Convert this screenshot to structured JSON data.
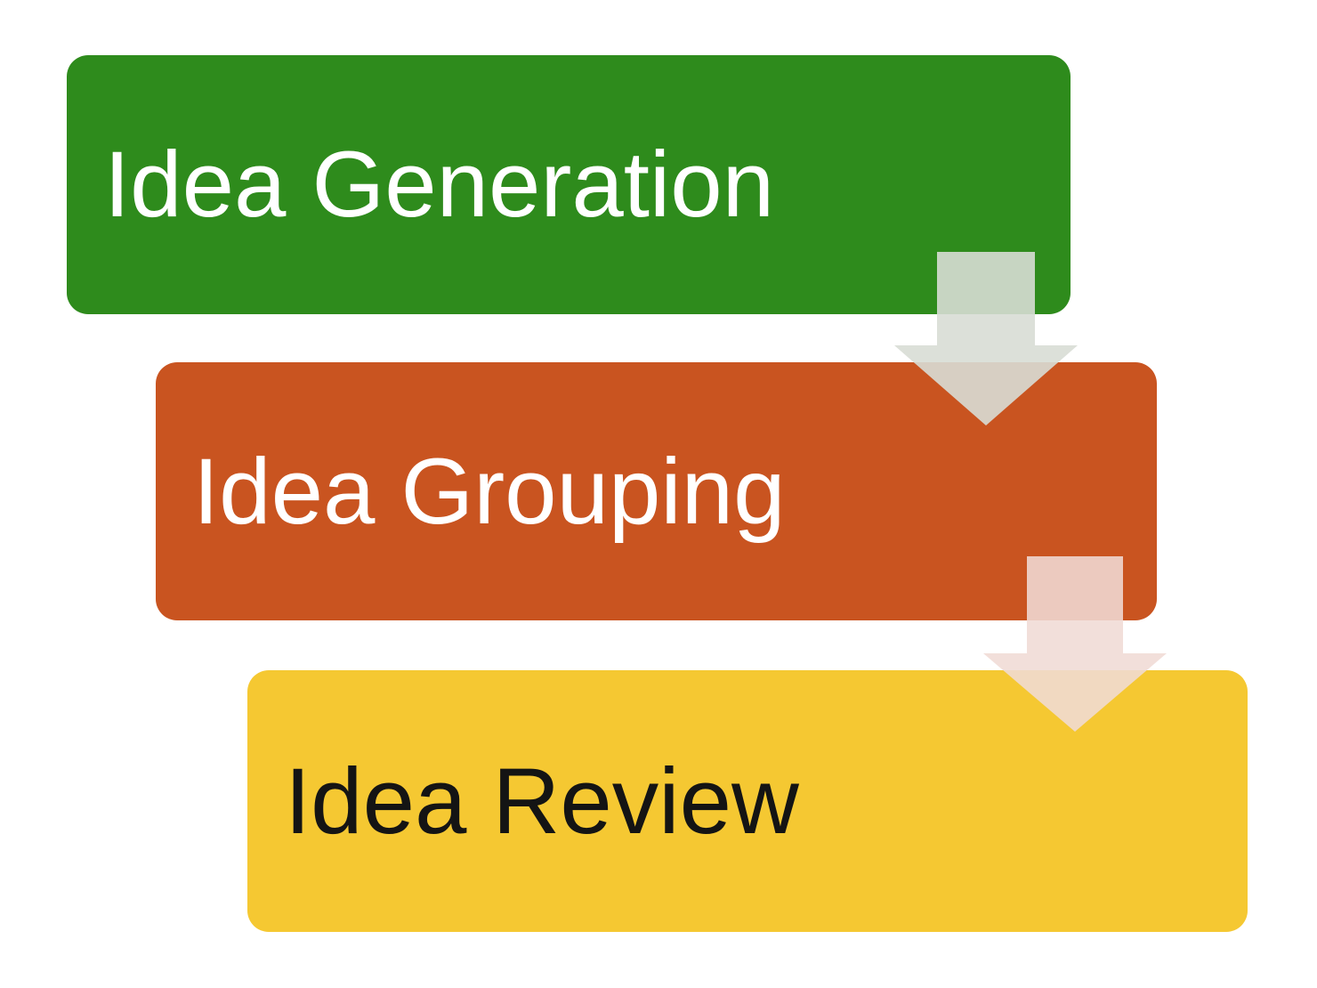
{
  "diagram": {
    "type": "step-down-process",
    "background": "#ffffff",
    "steps": [
      {
        "label": "Idea Generation",
        "color": "#2e8b1c",
        "text_color": "#ffffff"
      },
      {
        "label": "Idea Grouping",
        "color": "#c95420",
        "text_color": "#ffffff"
      },
      {
        "label": "Idea Review",
        "color": "#f5c832",
        "text_color": "#141414"
      }
    ],
    "arrows": [
      {
        "name": "down-arrow-1",
        "direction": "down",
        "color": "rgba(216,221,213,0.9)",
        "edge": "rgba(120,130,118,0.15)"
      },
      {
        "name": "down-arrow-2",
        "direction": "down",
        "color": "rgba(240,219,213,0.88)",
        "edge": "rgba(150,120,110,0.15)"
      }
    ]
  }
}
